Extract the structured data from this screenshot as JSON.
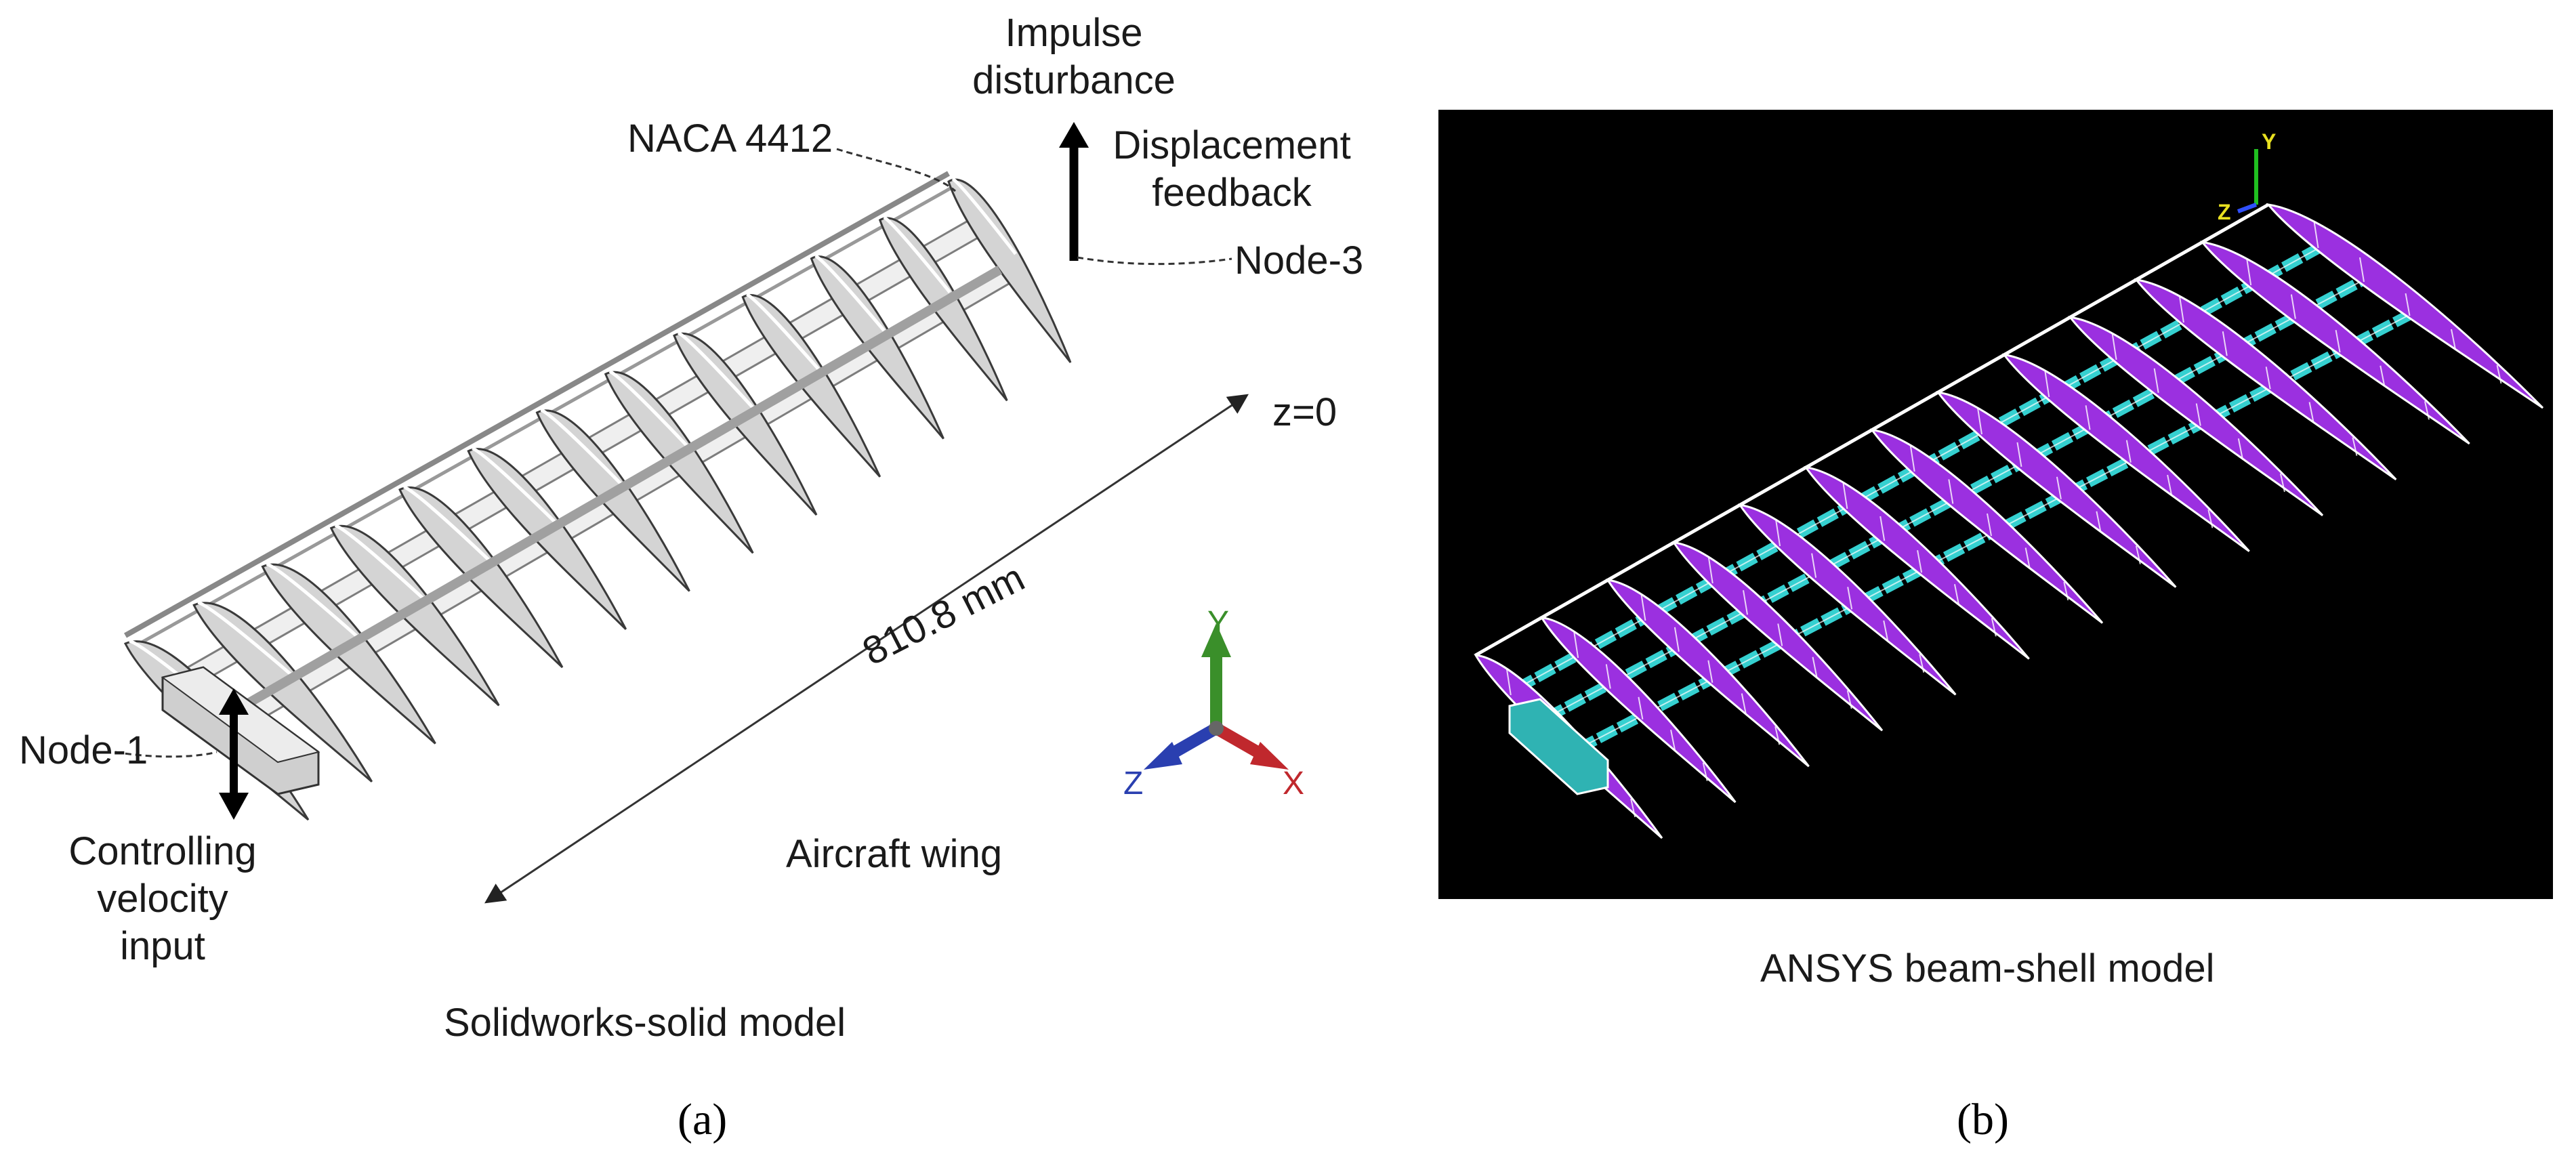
{
  "panel_a": {
    "labels": {
      "impulse": "Impulse\ndisturbance",
      "naca": "NACA 4412",
      "displacement": "Displacement\nfeedback",
      "node3": "Node-3",
      "z0": "z=0",
      "length": "810.8 mm",
      "node1": "Node-1",
      "controlling": "Controlling\nvelocity\ninput",
      "aircraft": "Aircraft wing",
      "subtitle": "Solidworks-solid model"
    },
    "axes": {
      "y": "Y",
      "z": "Z",
      "x": "X"
    },
    "caption": "(a)",
    "colors": {
      "y_axis": "#3a8f2a",
      "z_axis": "#2a3fb0",
      "x_axis": "#c0282d"
    }
  },
  "panel_b": {
    "subtitle": "ANSYS beam-shell model",
    "caption": "(b)",
    "axes": {
      "y": "Y",
      "z": "Z"
    },
    "colors": {
      "background": "#000000",
      "ribs": "#9b30e0",
      "spars": "#35d0d0",
      "axis": "#e8e020"
    }
  }
}
